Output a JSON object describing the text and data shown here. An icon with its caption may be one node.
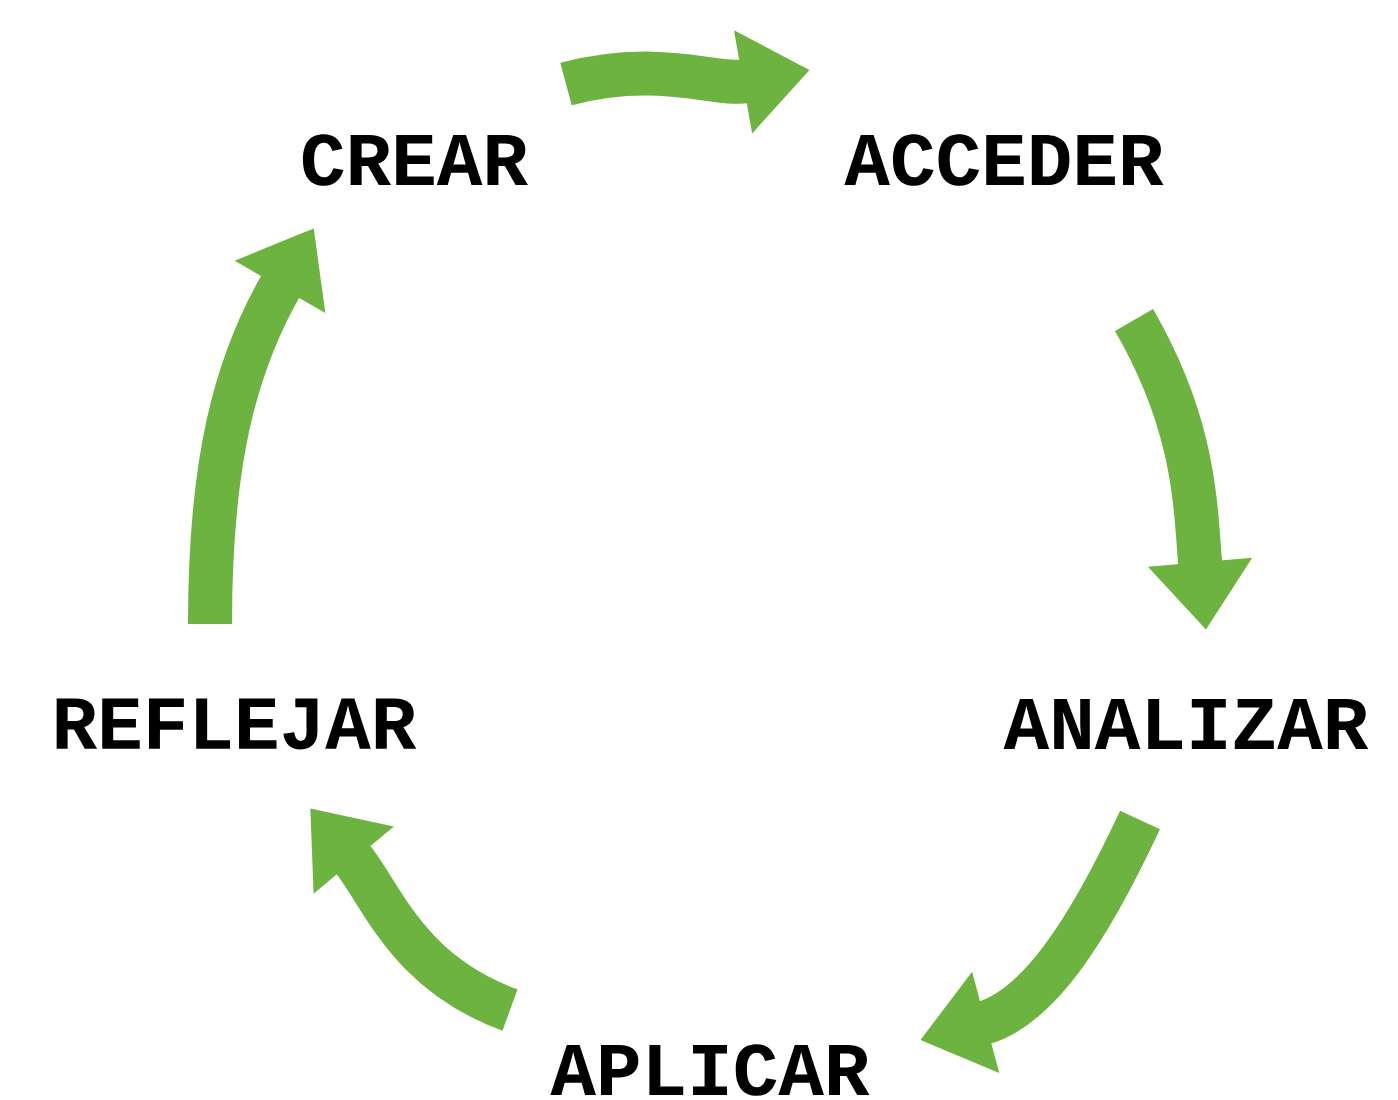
{
  "diagram": {
    "nodes": [
      {
        "text": [
          "CREAR"
        ]
      },
      {
        "text": [
          "ACCEDER"
        ]
      },
      {
        "text": [
          "ANALIZAR"
        ]
      },
      {
        "text": [
          "APLICAR"
        ]
      },
      {
        "text": [
          "REFLEJAR"
        ]
      }
    ],
    "edges": [
      {
        "from": 0,
        "to": 1,
        "arrow": "to"
      },
      {
        "from": 1,
        "to": 2,
        "arrow": "to"
      },
      {
        "from": 2,
        "to": 3,
        "arrow": "to"
      },
      {
        "from": 3,
        "to": 4,
        "arrow": "to"
      },
      {
        "from": 4,
        "to": 0,
        "arrow": "to"
      }
    ]
  }
}
